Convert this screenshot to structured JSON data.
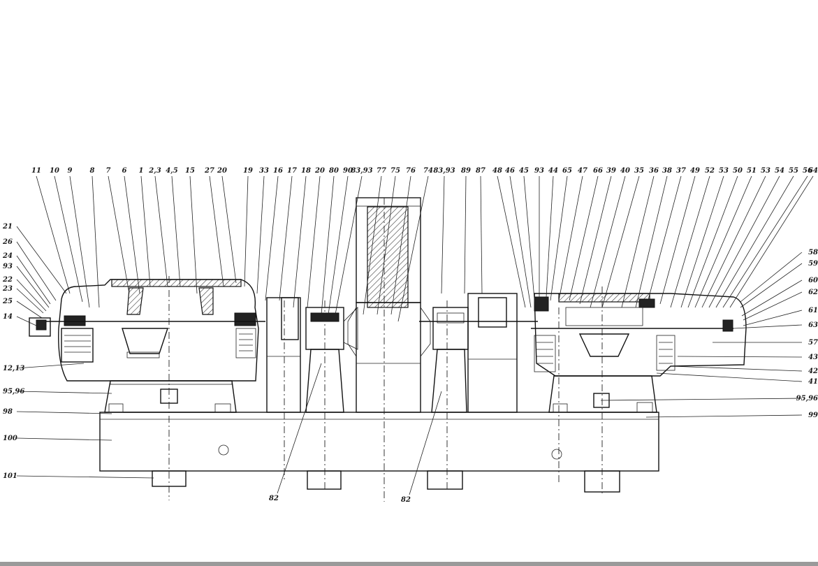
{
  "top_labels": [
    "11",
    "10",
    "9",
    "8",
    "7",
    "6",
    "1",
    "2,3",
    "4,5",
    "15",
    "27",
    "20",
    "19",
    "33",
    "16",
    "17",
    "18",
    "20",
    "80",
    "90",
    "83,93",
    "77",
    "75",
    "76",
    "74",
    "83,93",
    "89",
    "87",
    "48",
    "46",
    "45",
    "93",
    "44",
    "65",
    "47",
    "66",
    "39",
    "40",
    "35",
    "36",
    "38",
    "37",
    "49",
    "52",
    "53",
    "50",
    "51",
    "53",
    "54",
    "55",
    "56",
    "64"
  ],
  "left_labels": [
    "21",
    "26",
    "24",
    "93",
    "22",
    "23",
    "25",
    "14",
    "12,13",
    "95,96",
    "98",
    "100",
    "101"
  ],
  "right_labels": [
    "58",
    "59",
    "60",
    "62",
    "61",
    "63",
    "57",
    "43",
    "42",
    "41",
    "95,96",
    "99"
  ],
  "bottom_labels": [
    "82",
    "82"
  ]
}
